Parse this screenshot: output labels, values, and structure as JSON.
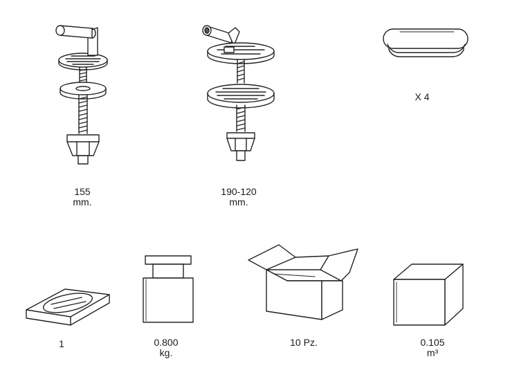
{
  "items_top": [
    {
      "value": "155",
      "unit": "mm."
    },
    {
      "value": "190-120",
      "unit": "mm."
    },
    {
      "value": "X 4"
    }
  ],
  "items_bottom": [
    {
      "value": "1"
    },
    {
      "value": "0.800",
      "unit": "kg."
    },
    {
      "value": "10 Pz."
    },
    {
      "value": "0.105",
      "unit": "m³"
    }
  ],
  "icons": [
    "hinge-bolt-155-icon",
    "hinge-bolt-adjustable-icon",
    "rubber-pad-icon",
    "seat-plate-icon",
    "weight-icon",
    "open-box-icon",
    "closed-box-icon"
  ]
}
